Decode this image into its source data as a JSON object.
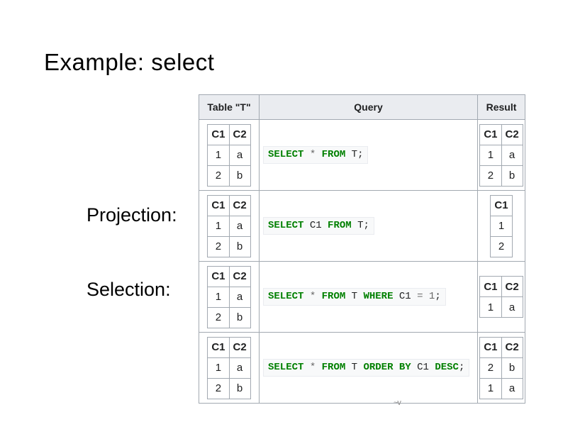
{
  "slide": {
    "title": "Example: select",
    "labels": {
      "projection": "Projection:",
      "selection": "Selection:"
    },
    "stray_mark": "~v"
  },
  "colors": {
    "keyword_green": "#008000",
    "operator_gray": "#666666",
    "table_border": "#a2a9b1",
    "header_bg": "#eaecf0",
    "code_bg": "#f8f9fa",
    "text": "#202122"
  },
  "table": {
    "headers": [
      "Table \"T\"",
      "Query",
      "Result"
    ],
    "rows": [
      {
        "input": {
          "headers": [
            "C1",
            "C2"
          ],
          "rows": [
            [
              "1",
              "a"
            ],
            [
              "2",
              "b"
            ]
          ]
        },
        "query": [
          {
            "t": "SELECT",
            "c": "k"
          },
          {
            "t": " ",
            "c": "p"
          },
          {
            "t": "*",
            "c": "o"
          },
          {
            "t": " ",
            "c": "p"
          },
          {
            "t": "FROM",
            "c": "k"
          },
          {
            "t": " ",
            "c": "p"
          },
          {
            "t": "T",
            "c": "n"
          },
          {
            "t": ";",
            "c": "p"
          }
        ],
        "result": {
          "headers": [
            "C1",
            "C2"
          ],
          "rows": [
            [
              "1",
              "a"
            ],
            [
              "2",
              "b"
            ]
          ]
        }
      },
      {
        "input": {
          "headers": [
            "C1",
            "C2"
          ],
          "rows": [
            [
              "1",
              "a"
            ],
            [
              "2",
              "b"
            ]
          ]
        },
        "query": [
          {
            "t": "SELECT",
            "c": "k"
          },
          {
            "t": " ",
            "c": "p"
          },
          {
            "t": "C1",
            "c": "n"
          },
          {
            "t": " ",
            "c": "p"
          },
          {
            "t": "FROM",
            "c": "k"
          },
          {
            "t": " ",
            "c": "p"
          },
          {
            "t": "T",
            "c": "n"
          },
          {
            "t": ";",
            "c": "p"
          }
        ],
        "result": {
          "headers": [
            "C1"
          ],
          "rows": [
            [
              "1"
            ],
            [
              "2"
            ]
          ]
        }
      },
      {
        "input": {
          "headers": [
            "C1",
            "C2"
          ],
          "rows": [
            [
              "1",
              "a"
            ],
            [
              "2",
              "b"
            ]
          ]
        },
        "query": [
          {
            "t": "SELECT",
            "c": "k"
          },
          {
            "t": " ",
            "c": "p"
          },
          {
            "t": "*",
            "c": "o"
          },
          {
            "t": " ",
            "c": "p"
          },
          {
            "t": "FROM",
            "c": "k"
          },
          {
            "t": " ",
            "c": "p"
          },
          {
            "t": "T",
            "c": "n"
          },
          {
            "t": " ",
            "c": "p"
          },
          {
            "t": "WHERE",
            "c": "k"
          },
          {
            "t": " ",
            "c": "p"
          },
          {
            "t": "C1",
            "c": "n"
          },
          {
            "t": " ",
            "c": "p"
          },
          {
            "t": "=",
            "c": "o"
          },
          {
            "t": " ",
            "c": "p"
          },
          {
            "t": "1",
            "c": "m"
          },
          {
            "t": ";",
            "c": "p"
          }
        ],
        "result": {
          "headers": [
            "C1",
            "C2"
          ],
          "rows": [
            [
              "1",
              "a"
            ]
          ]
        }
      },
      {
        "input": {
          "headers": [
            "C1",
            "C2"
          ],
          "rows": [
            [
              "1",
              "a"
            ],
            [
              "2",
              "b"
            ]
          ]
        },
        "query": [
          {
            "t": "SELECT",
            "c": "k"
          },
          {
            "t": " ",
            "c": "p"
          },
          {
            "t": "*",
            "c": "o"
          },
          {
            "t": " ",
            "c": "p"
          },
          {
            "t": "FROM",
            "c": "k"
          },
          {
            "t": " ",
            "c": "p"
          },
          {
            "t": "T",
            "c": "n"
          },
          {
            "t": " ",
            "c": "p"
          },
          {
            "t": "ORDER",
            "c": "k"
          },
          {
            "t": " ",
            "c": "p"
          },
          {
            "t": "BY",
            "c": "k"
          },
          {
            "t": " ",
            "c": "p"
          },
          {
            "t": "C1",
            "c": "n"
          },
          {
            "t": " ",
            "c": "p"
          },
          {
            "t": "DESC",
            "c": "k"
          },
          {
            "t": ";",
            "c": "p"
          }
        ],
        "result": {
          "headers": [
            "C1",
            "C2"
          ],
          "rows": [
            [
              "2",
              "b"
            ],
            [
              "1",
              "a"
            ]
          ]
        }
      }
    ]
  }
}
